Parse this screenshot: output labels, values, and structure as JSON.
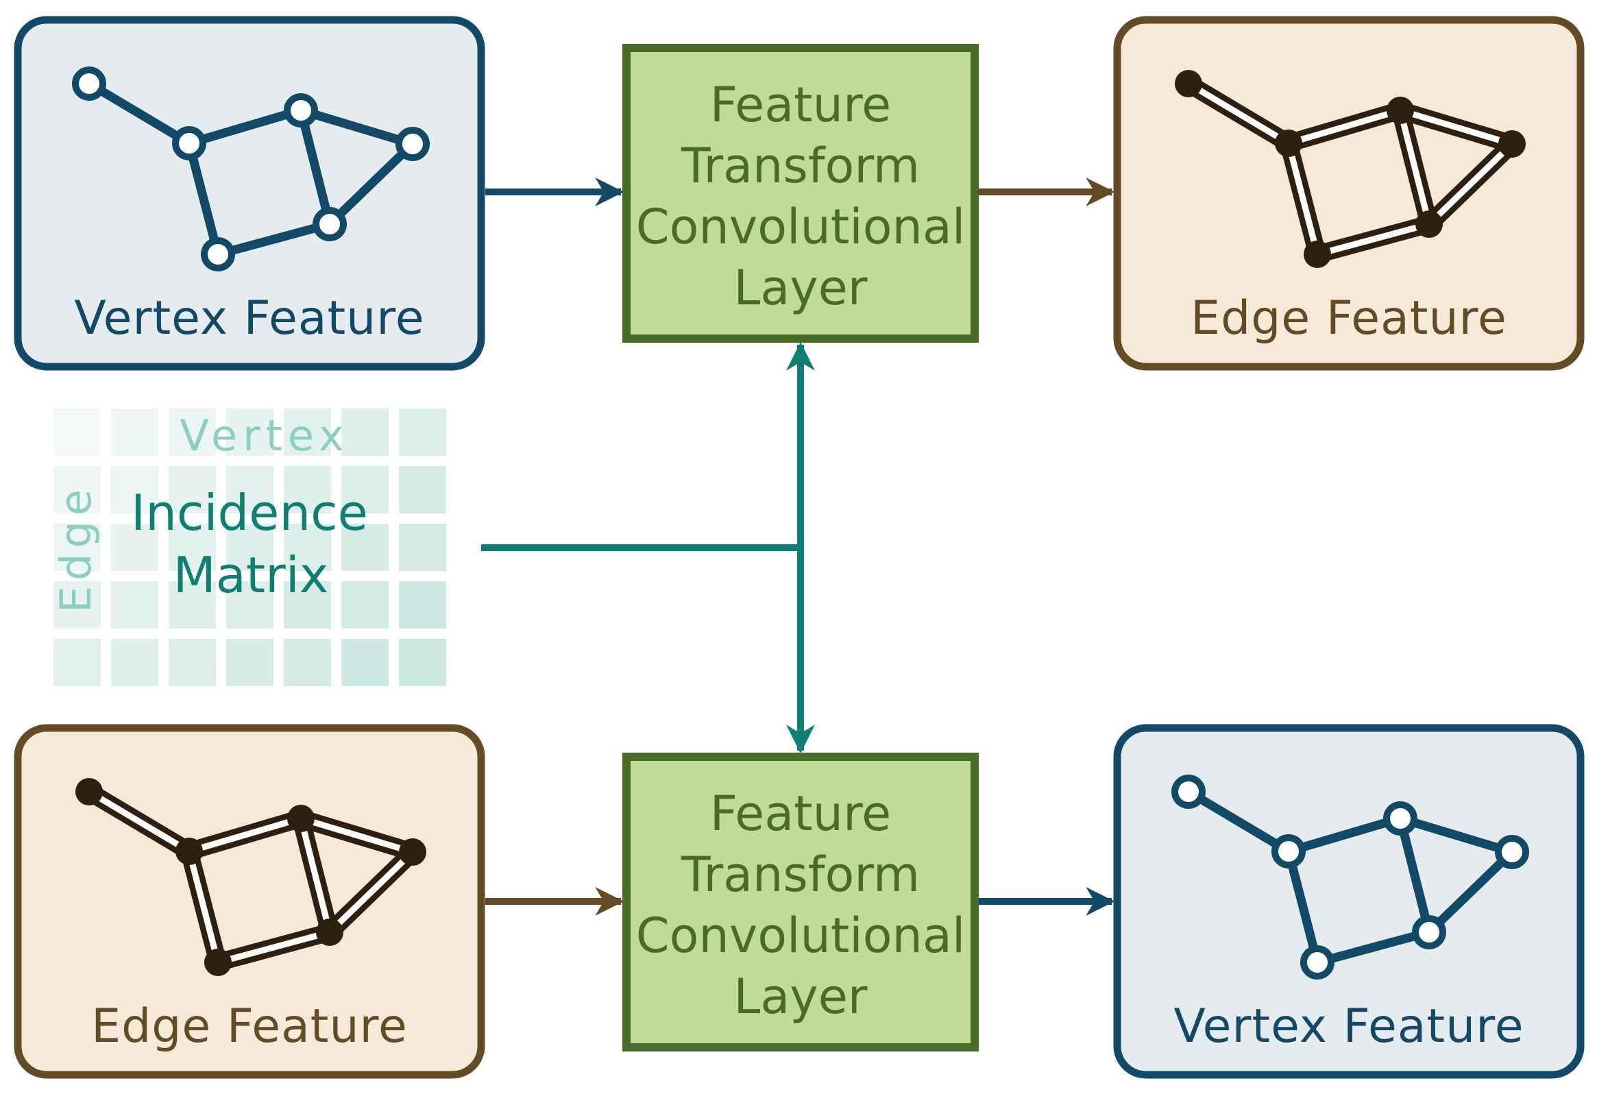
{
  "colors": {
    "vertex_stroke": "#114966",
    "vertex_fill": "#e6ebef",
    "edge_stroke": "#634b26",
    "edge_fill": "#f6e9d7",
    "edge_graph": "#2e1f10",
    "layer_stroke": "#496b2a",
    "layer_fill": "#c0da98",
    "layer_text": "#4a6b27",
    "matrix_accent": "#0f7f73",
    "matrix_cell": "#b9ddd5",
    "matrix_axis_text": "#8ccfc2"
  },
  "boxes": {
    "top_left": {
      "label": "Vertex Feature"
    },
    "top_right": {
      "label": "Edge Feature"
    },
    "bottom_left": {
      "label": "Edge Feature"
    },
    "bottom_right": {
      "label": "Vertex Feature"
    }
  },
  "layers": {
    "top": {
      "lines": [
        "Feature",
        "Transform",
        "Convolutional",
        "Layer"
      ]
    },
    "bottom": {
      "lines": [
        "Feature",
        "Transform",
        "Convolutional",
        "Layer"
      ]
    }
  },
  "matrix": {
    "title_lines": [
      "Incidence",
      "Matrix"
    ],
    "column_axis": "Vertex",
    "row_axis": "Edge"
  }
}
